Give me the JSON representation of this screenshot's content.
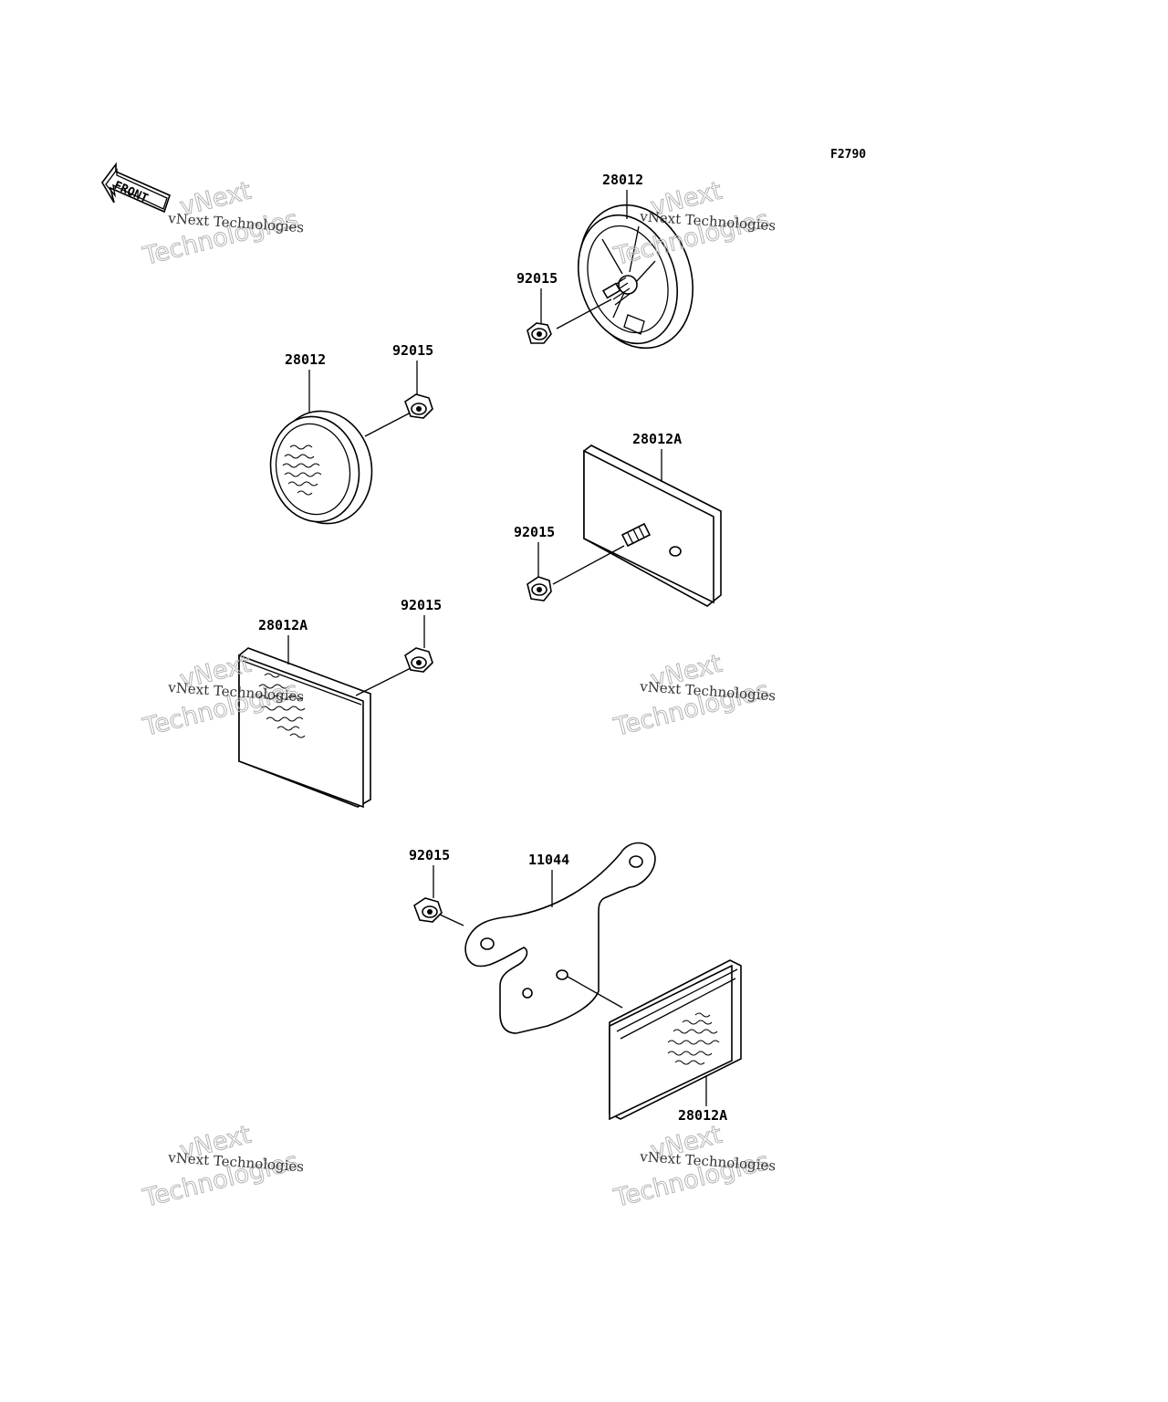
{
  "figure_code": "F2790",
  "front_arrow_text": "FRONT",
  "watermark": {
    "line1": "vNext Technologies",
    "big_line1": "vNext",
    "big_line2": "Technologies"
  },
  "callouts": [
    {
      "id": "c1",
      "part": "28012"
    },
    {
      "id": "c2",
      "part": "92015"
    },
    {
      "id": "c3",
      "part": "28012"
    },
    {
      "id": "c4",
      "part": "92015"
    },
    {
      "id": "c5",
      "part": "28012A"
    },
    {
      "id": "c6",
      "part": "92015"
    },
    {
      "id": "c7",
      "part": "92015"
    },
    {
      "id": "c8",
      "part": "28012A"
    },
    {
      "id": "c9",
      "part": "92015"
    },
    {
      "id": "c10",
      "part": "11044"
    },
    {
      "id": "c11",
      "part": "28012A"
    }
  ]
}
